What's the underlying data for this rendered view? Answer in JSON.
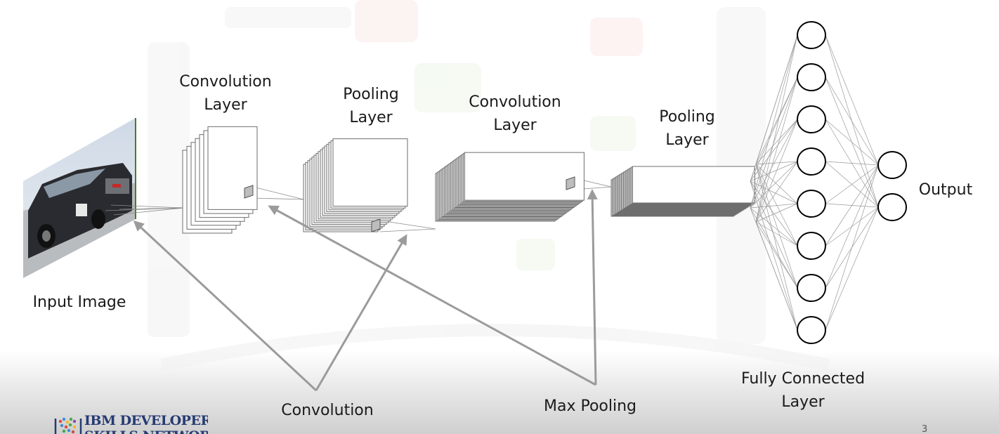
{
  "labels": {
    "conv1": [
      "Convolution",
      "Layer"
    ],
    "pool1": [
      "Pooling",
      "Layer"
    ],
    "conv2": [
      "Convolution",
      "Layer"
    ],
    "pool2": [
      "Pooling",
      "Layer"
    ],
    "input_image": "Input Image",
    "output": "Output",
    "fully_connected": [
      "Fully Connected",
      "Layer"
    ],
    "convolution": "Convolution",
    "max_pooling": "Max Pooling"
  },
  "logo": {
    "line1": "IBM DEVELOPER",
    "line2": "SKILLS NETWORK"
  },
  "slide_number": "3",
  "network": {
    "hidden_nodes": 8,
    "output_nodes": 2
  },
  "colors": {
    "line": "#8a8a8a",
    "arrow": "#9b9b9b",
    "node": "#000000",
    "logo": "#253b73"
  }
}
